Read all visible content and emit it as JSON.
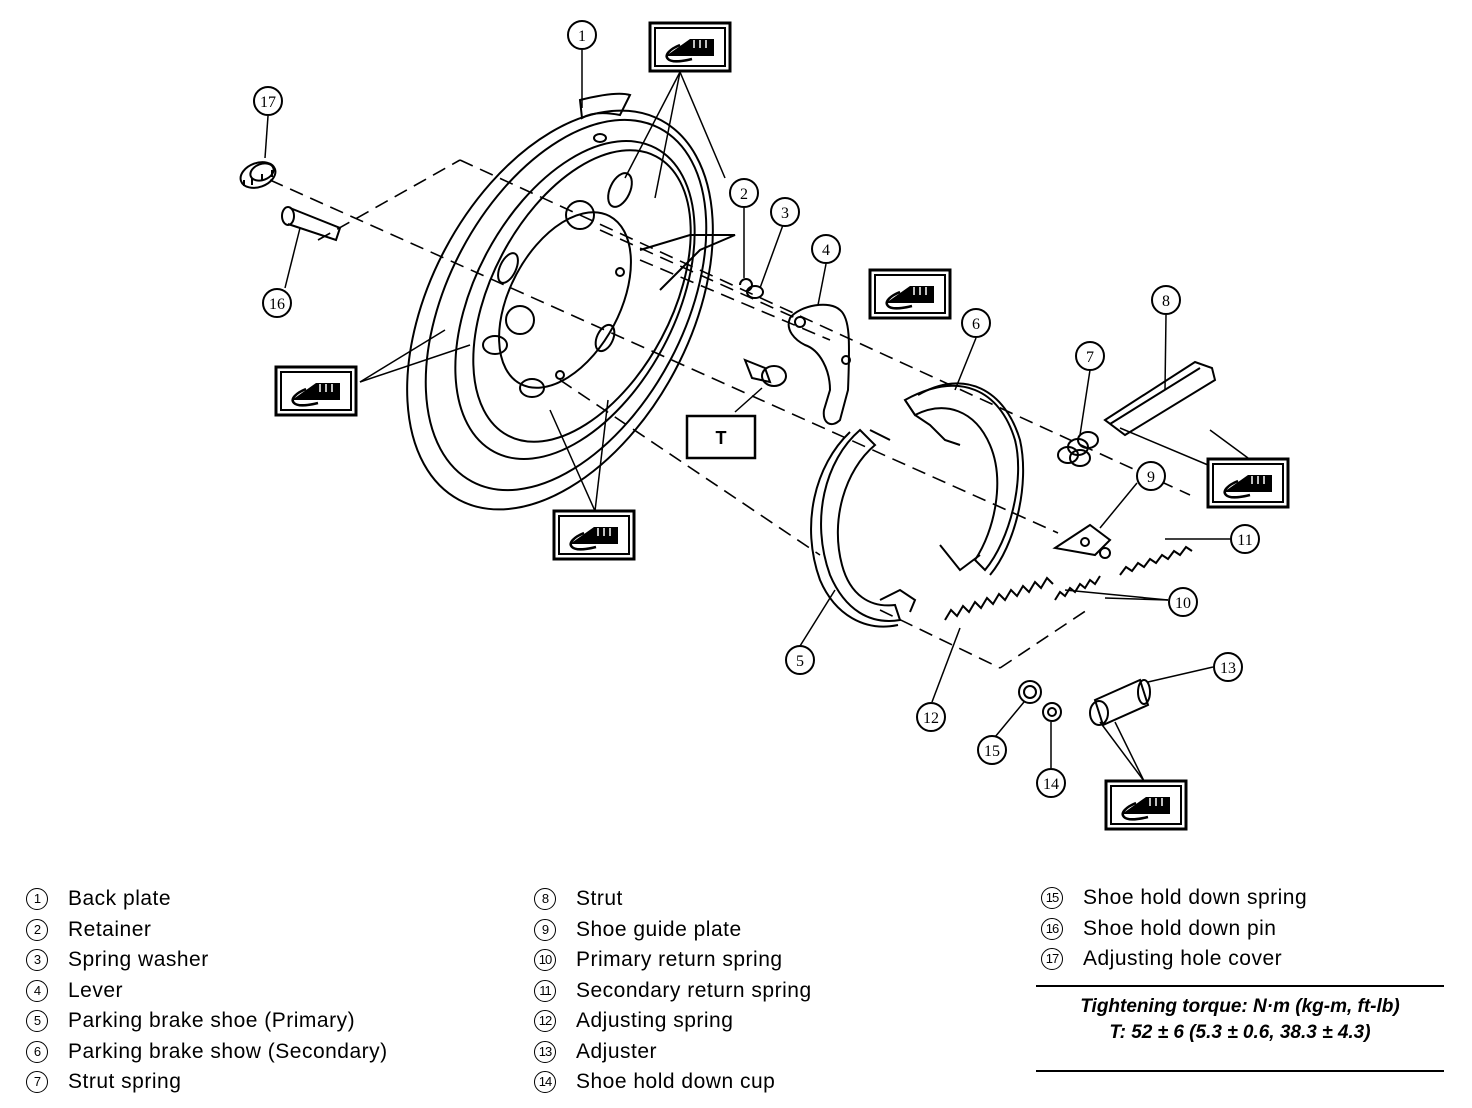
{
  "callouts": {
    "n1": "1",
    "n2": "2",
    "n3": "3",
    "n4": "4",
    "n5": "5",
    "n6": "6",
    "n7": "7",
    "n8": "8",
    "n9": "9",
    "n10": "10",
    "n11": "11",
    "n12": "12",
    "n13": "13",
    "n14": "14",
    "n15": "15",
    "n16": "16",
    "n17": "17"
  },
  "torque_marker": "T",
  "legend": {
    "col1": [
      {
        "num": "1",
        "label": "Back plate"
      },
      {
        "num": "2",
        "label": "Retainer"
      },
      {
        "num": "3",
        "label": "Spring washer"
      },
      {
        "num": "4",
        "label": "Lever"
      },
      {
        "num": "5",
        "label": "Parking brake shoe (Primary)"
      },
      {
        "num": "6",
        "label": "Parking brake show (Secondary)"
      },
      {
        "num": "7",
        "label": "Strut spring"
      }
    ],
    "col2": [
      {
        "num": "8",
        "label": "Strut"
      },
      {
        "num": "9",
        "label": "Shoe guide plate"
      },
      {
        "num": "10",
        "label": "Primary return spring"
      },
      {
        "num": "11",
        "label": "Secondary return spring"
      },
      {
        "num": "12",
        "label": "Adjusting spring"
      },
      {
        "num": "13",
        "label": "Adjuster"
      },
      {
        "num": "14",
        "label": "Shoe hold down cup"
      }
    ],
    "col3": [
      {
        "num": "15",
        "label": "Shoe hold down spring"
      },
      {
        "num": "16",
        "label": "Shoe hold down pin"
      },
      {
        "num": "17",
        "label": "Adjusting hole cover"
      }
    ]
  },
  "torque": {
    "line1": "Tightening torque: N·m (kg-m, ft-lb)",
    "line2": "T: 52 ± 6 (5.3 ± 0.6, 38.3 ± 4.3)"
  },
  "icons": [
    "grease-icon"
  ]
}
